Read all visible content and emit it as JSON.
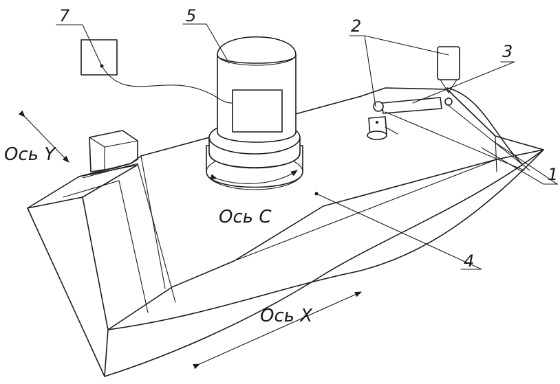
{
  "labels": {
    "n1": "1",
    "n2": "2",
    "n3": "3",
    "n4": "4",
    "n5": "5",
    "n7": "7",
    "axis_y": "Ось Y",
    "axis_c": "Ось С",
    "axis_x": "Ось X"
  },
  "colors": {
    "line": "#1a1a1a",
    "background": "#ffffff"
  }
}
